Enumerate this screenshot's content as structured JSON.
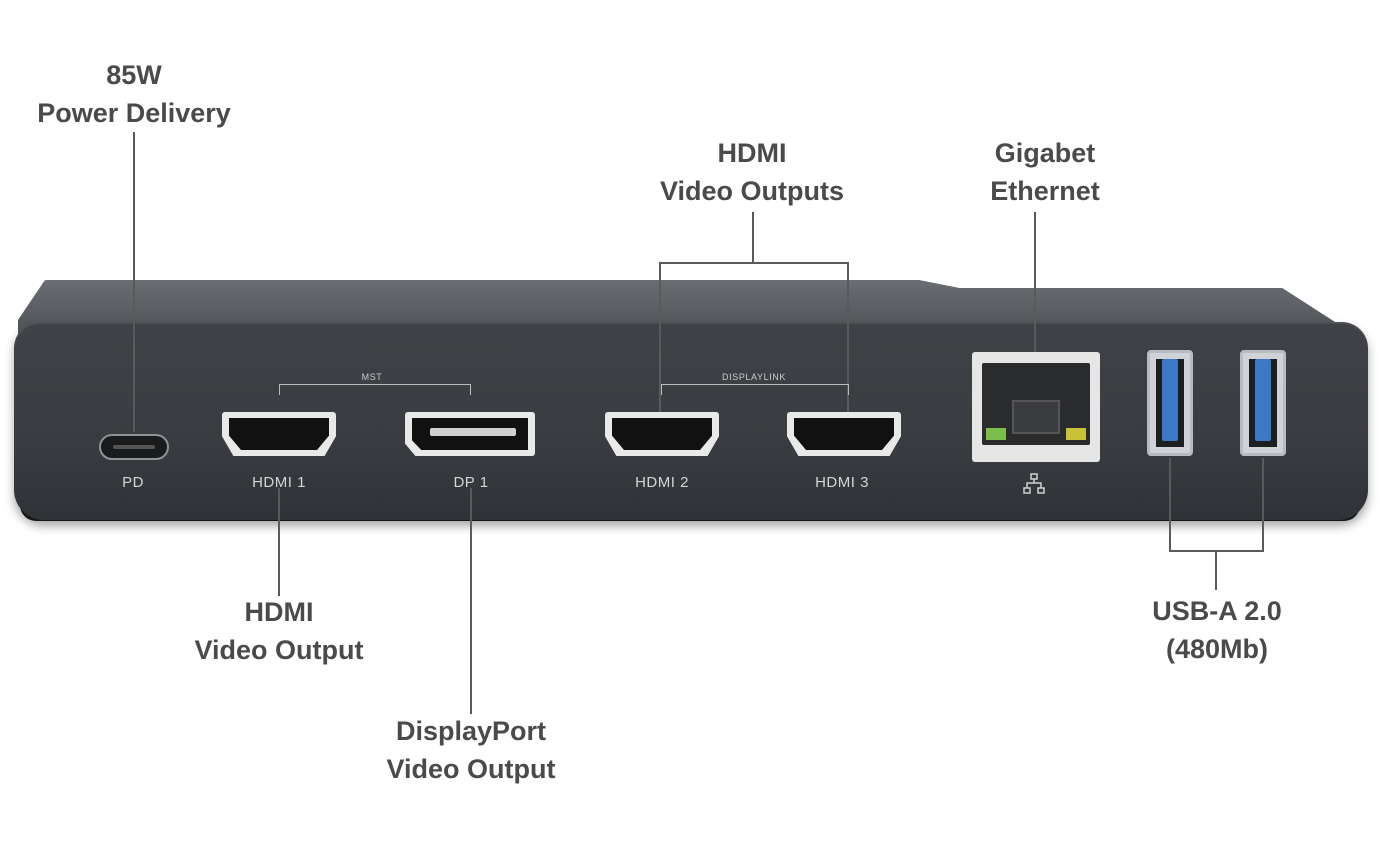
{
  "callouts": {
    "pd": [
      "85W",
      "Power Delivery"
    ],
    "hdmi_outputs": [
      "HDMI",
      "Video Outputs"
    ],
    "ethernet": [
      "Gigabet",
      "Ethernet"
    ],
    "hdmi_output": [
      "HDMI",
      "Video Output"
    ],
    "displayport": [
      "DisplayPort",
      "Video Output"
    ],
    "usb": [
      "USB-A 2.0",
      "(480Mb)"
    ]
  },
  "port_labels": {
    "pd": "PD",
    "hdmi1": "HDMI 1",
    "dp1": "DP 1",
    "hdmi2": "HDMI 2",
    "hdmi3": "HDMI 3"
  },
  "group_labels": {
    "mst": "MST",
    "displaylink": "DISPLAYLINK"
  },
  "colors": {
    "callout_text": "#4a4a4a",
    "dock_body": "#3b3e42",
    "usb_blue": "#3b78c7"
  },
  "icons": {
    "ethernet": "network-icon"
  }
}
